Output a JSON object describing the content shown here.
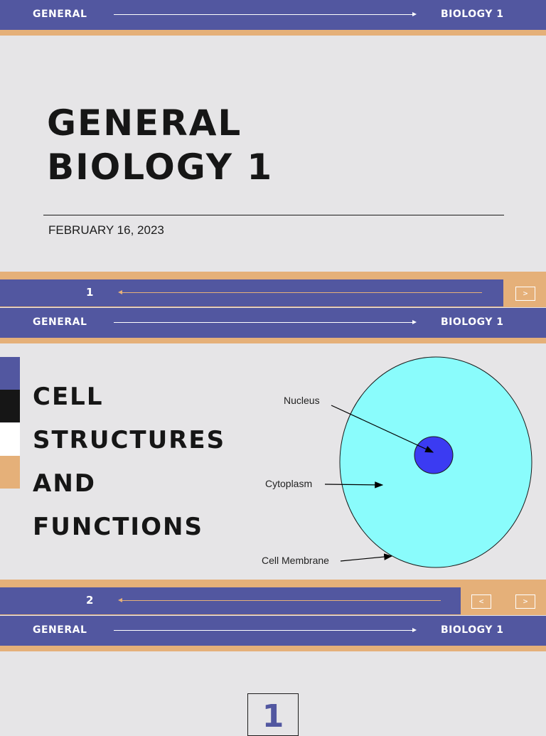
{
  "header": {
    "left_label": "GENERAL",
    "right_label": "BIOLOGY 1"
  },
  "slide1": {
    "title_line1": "GENERAL",
    "title_line2": "BIOLOGY 1",
    "date": "FEBRUARY 16, 2023",
    "page_number": "1",
    "next_label": ">"
  },
  "slide2": {
    "title_lines": [
      "CELL",
      "STRUCTURES",
      "AND",
      "FUNCTIONS"
    ],
    "swatch_colors": [
      "#5257a0",
      "#161616",
      "#ffffff",
      "#e5b079"
    ],
    "diagram": {
      "labels": [
        "Nucleus",
        "Cytoplasm",
        "Cell Membrane"
      ],
      "cytoplasm_color": "#8afcfc",
      "nucleus_color": "#3b3bf2"
    },
    "page_number": "2",
    "prev_label": "<",
    "next_label": ">"
  },
  "slide3": {
    "big_number": "1"
  },
  "colors": {
    "accent_blue": "#5257a0",
    "accent_orange": "#e5b079",
    "background": "#e6e5e7"
  }
}
